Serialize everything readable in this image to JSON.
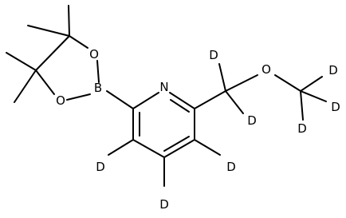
{
  "molecule": {
    "atoms": {
      "N": "N",
      "B": "B",
      "O_ring_top": "O",
      "O_ring_bottom": "O",
      "O_ether": "O",
      "D_c5": "D",
      "D_c4": "D",
      "D_c3": "D",
      "D_ch2_top": "D",
      "D_ch2_bottom": "D",
      "D_cd3_right": "D",
      "D_cd3_far_right": "D",
      "D_cd3_bottom": "D"
    }
  }
}
